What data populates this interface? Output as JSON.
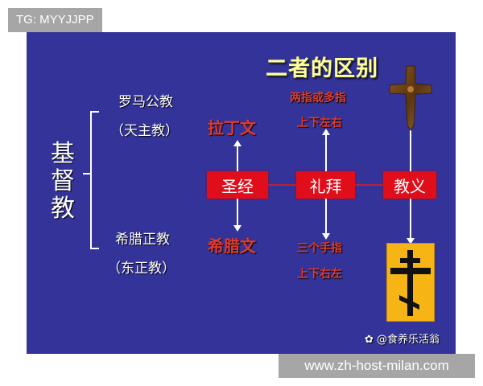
{
  "overlays": {
    "top_left_tag": "TG: MYYJJPP",
    "bottom_right_tag": "www.zh-host-milan.com"
  },
  "slide": {
    "background_color": "#333399",
    "title": "二者的区别",
    "root": "基督教",
    "branches": [
      {
        "name": "罗马公教",
        "alias": "（天主教）"
      },
      {
        "name": "希腊正教",
        "alias": "（东正教）"
      }
    ],
    "categories": [
      {
        "label": "圣经",
        "top": "拉丁文",
        "bottom": "希腊文"
      },
      {
        "label": "礼拜",
        "top_lines": [
          "两指或多指",
          "上下左右"
        ],
        "bottom_lines": [
          "三个手指",
          "上下右左"
        ]
      },
      {
        "label": "教义",
        "top_icon": "latin-cross-icon",
        "bottom_icon": "orthodox-cross-icon"
      }
    ],
    "watermark": "@食养乐活翁",
    "watermark_icon": "weibo-paw-icon",
    "colors": {
      "title": "#ffff99",
      "box": "#e00d1a",
      "red_text": "#e23b2a",
      "orthodox_bg": "#f6b415"
    }
  }
}
